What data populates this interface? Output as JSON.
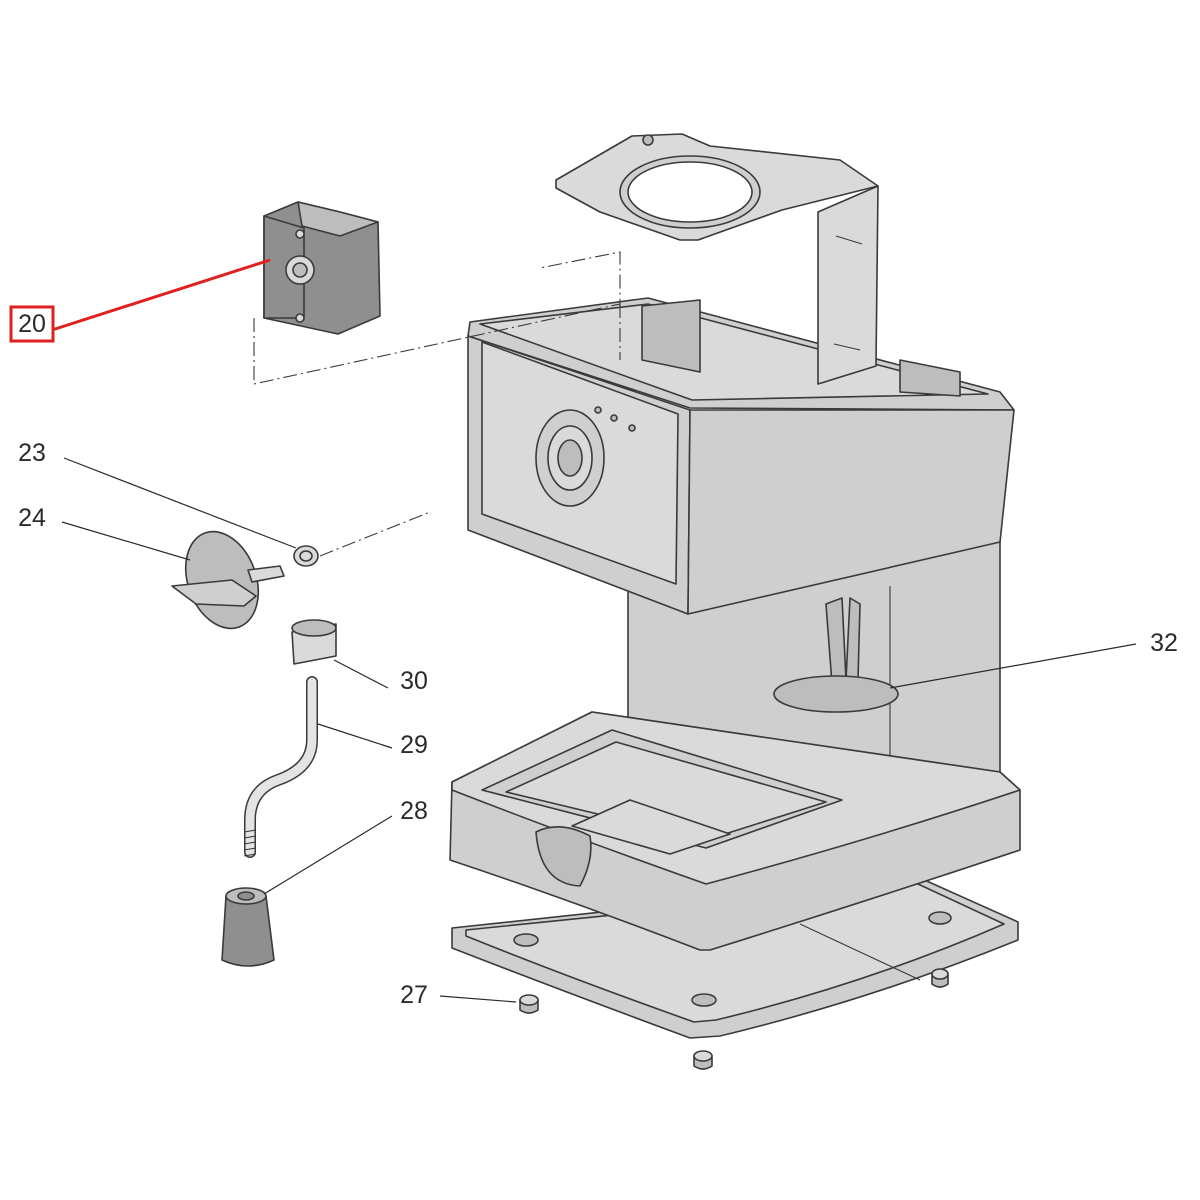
{
  "diagram": {
    "highlight_color": "#e0201f",
    "callouts": [
      {
        "id": "20",
        "label": "20",
        "highlighted": true
      },
      {
        "id": "23",
        "label": "23",
        "highlighted": false
      },
      {
        "id": "24",
        "label": "24",
        "highlighted": false
      },
      {
        "id": "30",
        "label": "30",
        "highlighted": false
      },
      {
        "id": "29",
        "label": "29",
        "highlighted": false
      },
      {
        "id": "28",
        "label": "28",
        "highlighted": false
      },
      {
        "id": "27",
        "label": "27",
        "highlighted": false
      },
      {
        "id": "32",
        "label": "32",
        "highlighted": false
      }
    ]
  }
}
